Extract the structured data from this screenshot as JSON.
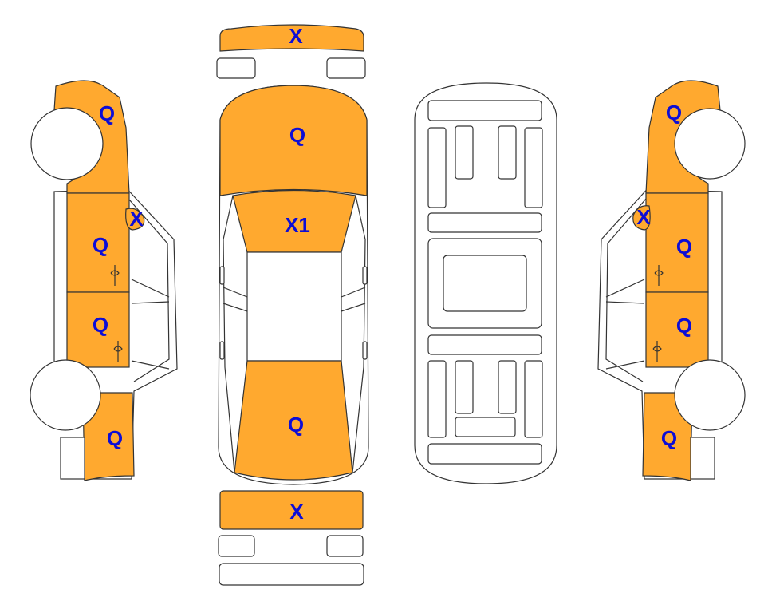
{
  "colors": {
    "damaged_fill": "#ffa92f",
    "label_color": "#0d0dd6",
    "outline": "#333333"
  },
  "labels": {
    "front_bumper": "X",
    "hood": "Q",
    "windshield": "X1",
    "trunk": "Q",
    "rear_bumper": "X",
    "left_front_fender": "Q",
    "left_mirror": "X",
    "left_front_door": "Q",
    "left_rear_door": "Q",
    "left_rear_quarter": "Q",
    "right_front_fender": "Q",
    "right_mirror": "X",
    "right_front_door": "Q",
    "right_rear_door": "Q",
    "right_rear_quarter": "Q"
  }
}
